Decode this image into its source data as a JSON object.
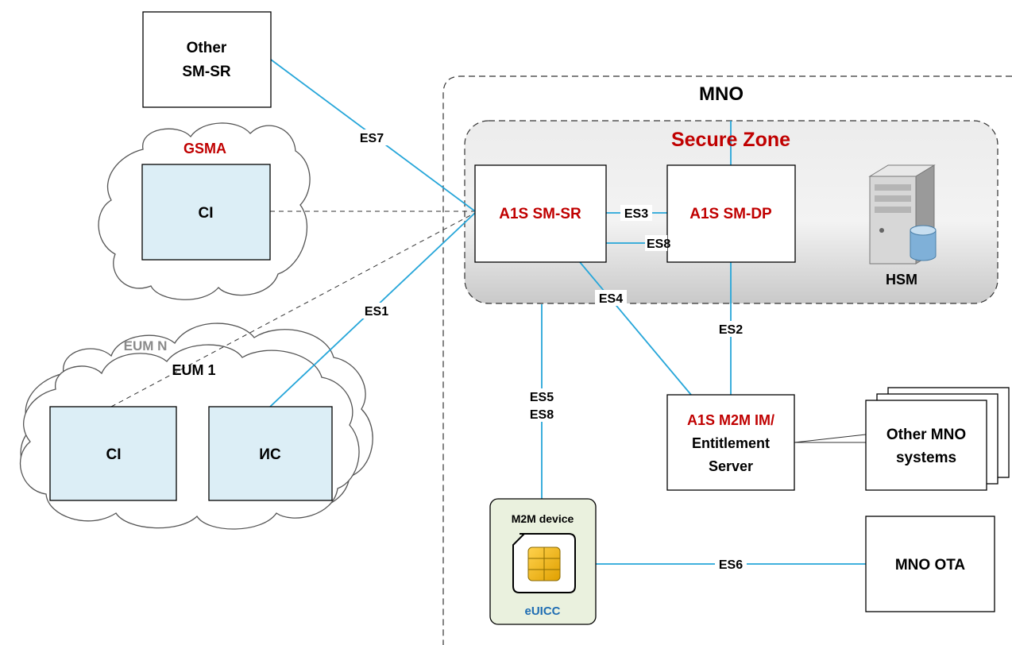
{
  "colors": {
    "link": "#26a6d9",
    "accent_red": "#c00000",
    "euicc_blue": "#1f6db3",
    "box_fill_blue": "#dceef6",
    "device_fill": "#eaf1de"
  },
  "other_smsr": {
    "line1": "Other",
    "line2": "SM-SR"
  },
  "gsma": {
    "label": "GSMA",
    "ci": "CI"
  },
  "eum": {
    "label_n": "EUM N",
    "label_1": "EUM 1",
    "ci": "CI",
    "ic": "ИС"
  },
  "mno": {
    "label": "MNO"
  },
  "secure_zone": {
    "label": "Secure Zone"
  },
  "smsr": {
    "label": "A1S SM-SR"
  },
  "smdp": {
    "label": "A1S SM-DP"
  },
  "hsm": {
    "label": "HSM",
    "icon": "server-database-icon"
  },
  "m2m_im": {
    "line1": "A1S M2M IM/",
    "line2": "Entitlement",
    "line3": "Server"
  },
  "other_mno": {
    "line1": "Other MNO",
    "line2": "systems"
  },
  "mno_ota": {
    "label": "MNO OTA"
  },
  "device": {
    "label": "M2M device",
    "euicc": "eUICC",
    "icon": "sim-card-icon"
  },
  "interfaces": {
    "es1": "ES1",
    "es2": "ES2",
    "es3": "ES3",
    "es4": "ES4",
    "es5": "ES5",
    "es6": "ES6",
    "es7": "ES7",
    "es8": "ES8",
    "es8_b": "ES8"
  }
}
